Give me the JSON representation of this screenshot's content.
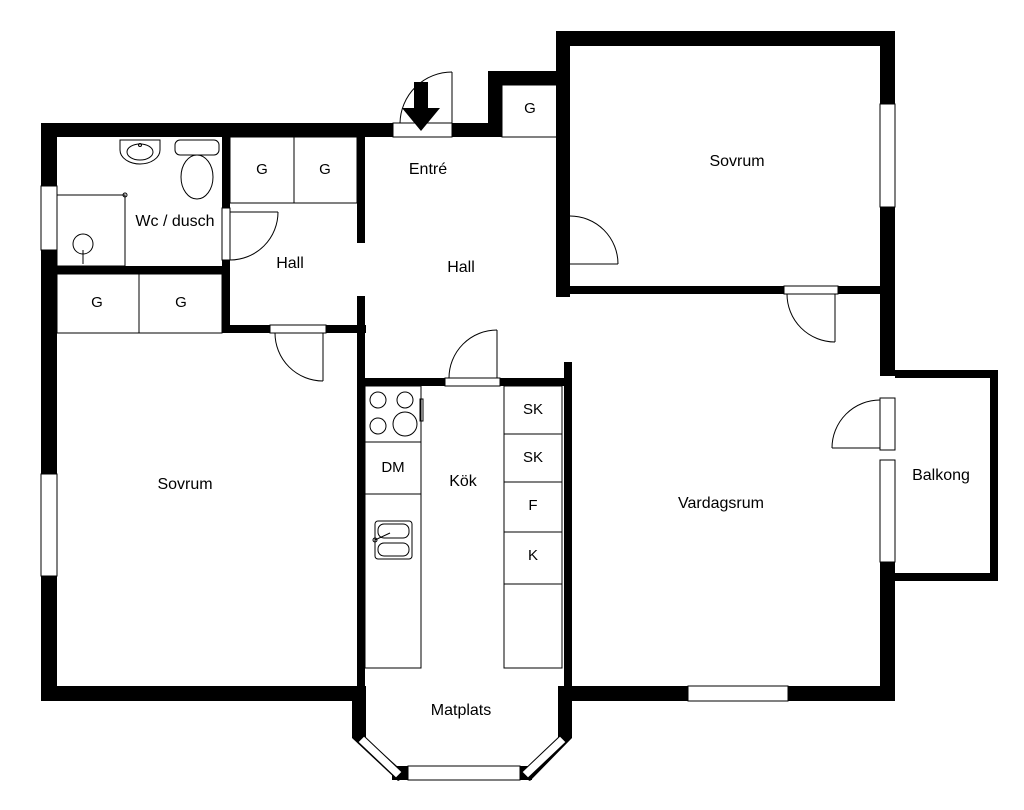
{
  "rooms": {
    "bedroom_top": "Sovrum",
    "bedroom_left": "Sovrum",
    "entry": "Entré",
    "hall_main": "Hall",
    "hall_small": "Hall",
    "bathroom": "Wc / dusch",
    "kitchen": "Kök",
    "living": "Vardagsrum",
    "dining": "Matplats",
    "balcony": "Balkong"
  },
  "fixtures": {
    "wardrobe_hall_1": "G",
    "wardrobe_hall_2": "G",
    "wardrobe_entry": "G",
    "wardrobe_bed_1": "G",
    "wardrobe_bed_2": "G",
    "dishwasher": "DM",
    "cabinet_1": "SK",
    "cabinet_2": "SK",
    "freezer": "F",
    "fridge": "K"
  },
  "colors": {
    "wall": "#000000",
    "background": "#ffffff"
  }
}
